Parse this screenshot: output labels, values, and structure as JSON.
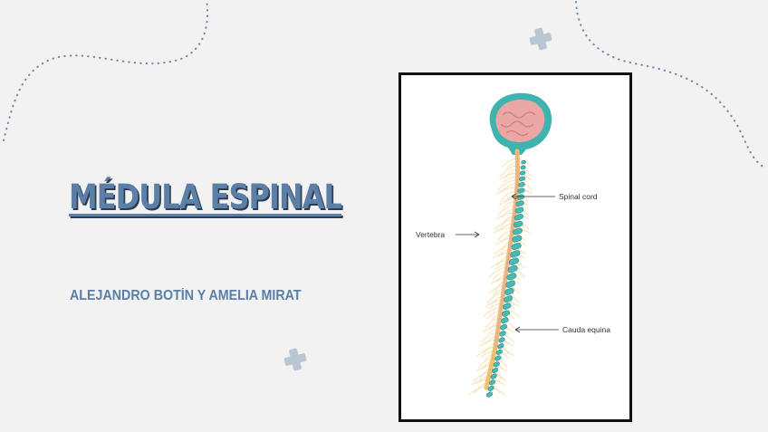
{
  "slide": {
    "title": "MÉDULA ESPINAL",
    "authors": "ALEJANDRO BOTÍN Y AMELIA MIRAT"
  },
  "figure": {
    "labels": {
      "spinal_cord": "Spinal cord",
      "vertebra": "Vertebra",
      "cauda_equina": "Cauda equina"
    }
  },
  "colors": {
    "background": "#f1f2f1",
    "title": "#5b7fa6",
    "title_shadow": "#2d3e52",
    "dots": "#6d87a8",
    "plus": "#b9c6d3",
    "vertebra": "#4ab8b3",
    "cord": "#f0c070",
    "brain": "#e9a5a5"
  }
}
